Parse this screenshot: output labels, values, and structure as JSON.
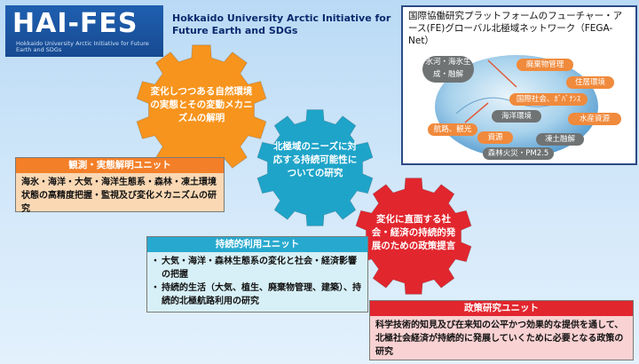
{
  "logo": {
    "main": "HAI-FES",
    "sub": "Hokkaido University Arctic Initiative for Future Earth and SDGs"
  },
  "organization": {
    "line1": "Hokkaido University Arctic Initiative for",
    "line2": "Future Earth and SDGs"
  },
  "gears": [
    {
      "text": "変化しつつある自然環境の実態とその変動メカニズムの解明",
      "color": "#f7941d"
    },
    {
      "text": "北極域のニーズに対応する持続可能性についての研究",
      "color": "#1fa4c9"
    },
    {
      "text": "変化に直面する社会・経済の持続的発展のための政策提言",
      "color": "#e2262e"
    }
  ],
  "units": {
    "observation": {
      "title": "観測・実態解明ユニット",
      "body": "海氷・海洋・大気・海洋生態系・森林・凍土環境状態の高精度把握・監視及び変化メカニズムの研究"
    },
    "utilization": {
      "title": "持続的利用ユニット",
      "items": [
        "大気・海洋・森林生態系の変化と社会・経済影響の把握",
        "持続的生活（大気、植生、廃棄物管理、建築）、持続的北極航路利用の研究"
      ]
    },
    "policy": {
      "title": "政策研究ユニット",
      "body": "科学技術的知見及び在来知の公平かつ効果的な提供を通して、北極社会経済が持続的に発展していくために必要となる政策の研究"
    }
  },
  "fega": {
    "title": "国際協働研究プラットフォームのフューチャー・アース(FE)グローバル北極域ネットワーク（FEGA-Net）",
    "topics": [
      {
        "label": "氷河・海氷生成・融解",
        "style": "gray"
      },
      {
        "label": "廃棄物管理",
        "style": "orange"
      },
      {
        "label": "住居環境",
        "style": "orange"
      },
      {
        "label": "国際社会、ｶﾞﾊﾞﾅﾝｽ",
        "style": "orange"
      },
      {
        "label": "海洋環境",
        "style": "gray"
      },
      {
        "label": "航路、観光",
        "style": "orange"
      },
      {
        "label": "水産資源",
        "style": "orange"
      },
      {
        "label": "資源",
        "style": "orange"
      },
      {
        "label": "凍土融解",
        "style": "gray"
      },
      {
        "label": "森林火災・PM2.5",
        "style": "gray"
      }
    ]
  }
}
